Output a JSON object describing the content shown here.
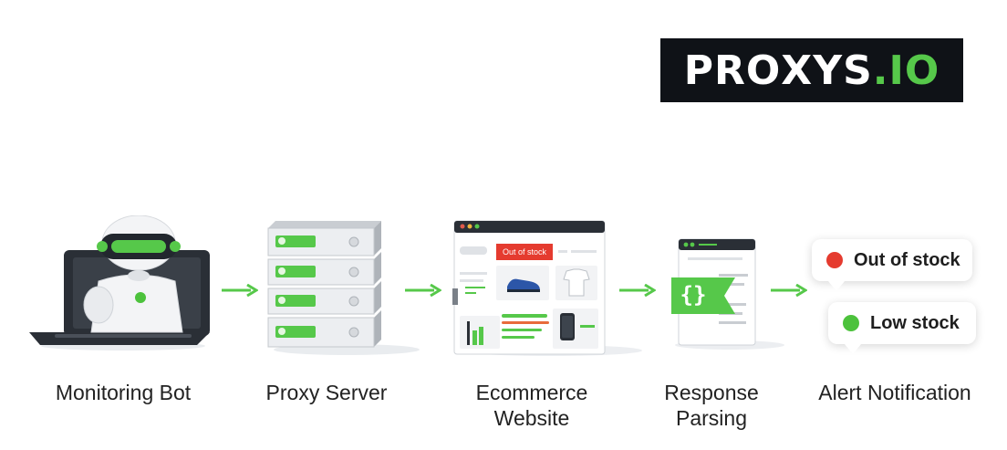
{
  "logo": {
    "text_left": "PRO",
    "text_mid": "XYS",
    "text_dot": ".",
    "text_right": "IO"
  },
  "steps": [
    {
      "label": "Monitoring Bot"
    },
    {
      "label": "Proxy Server"
    },
    {
      "label_line1": "Ecommerce",
      "label_line2": "Website"
    },
    {
      "label_line1": "Response",
      "label_line2": "Parsing"
    },
    {
      "label": "Alert Notification"
    }
  ],
  "website": {
    "badge": "Out of stock"
  },
  "alerts": [
    {
      "text": "Out of stock",
      "color": "#e53b2f"
    },
    {
      "text": "Low stock",
      "color": "#4cc23c"
    }
  ],
  "colors": {
    "accent": "#56c84a",
    "dark": "#1b1f24",
    "alert_red": "#e53b2f"
  }
}
